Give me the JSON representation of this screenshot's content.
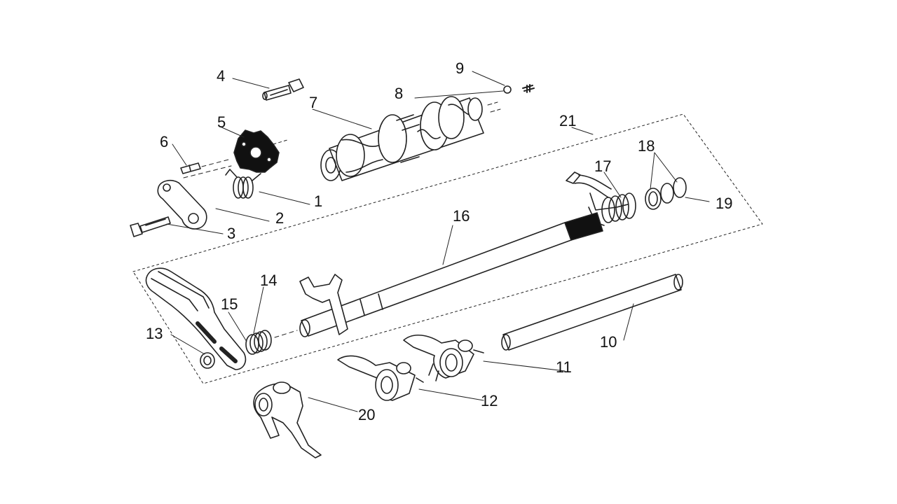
{
  "diagram": {
    "callouts": [
      "1",
      "2",
      "3",
      "4",
      "5",
      "6",
      "7",
      "8",
      "9",
      "10",
      "11",
      "12",
      "13",
      "14",
      "15",
      "16",
      "17",
      "18",
      "19",
      "20",
      "21"
    ]
  },
  "colors": {
    "stroke": "#222222",
    "paper": "#ffffff"
  }
}
